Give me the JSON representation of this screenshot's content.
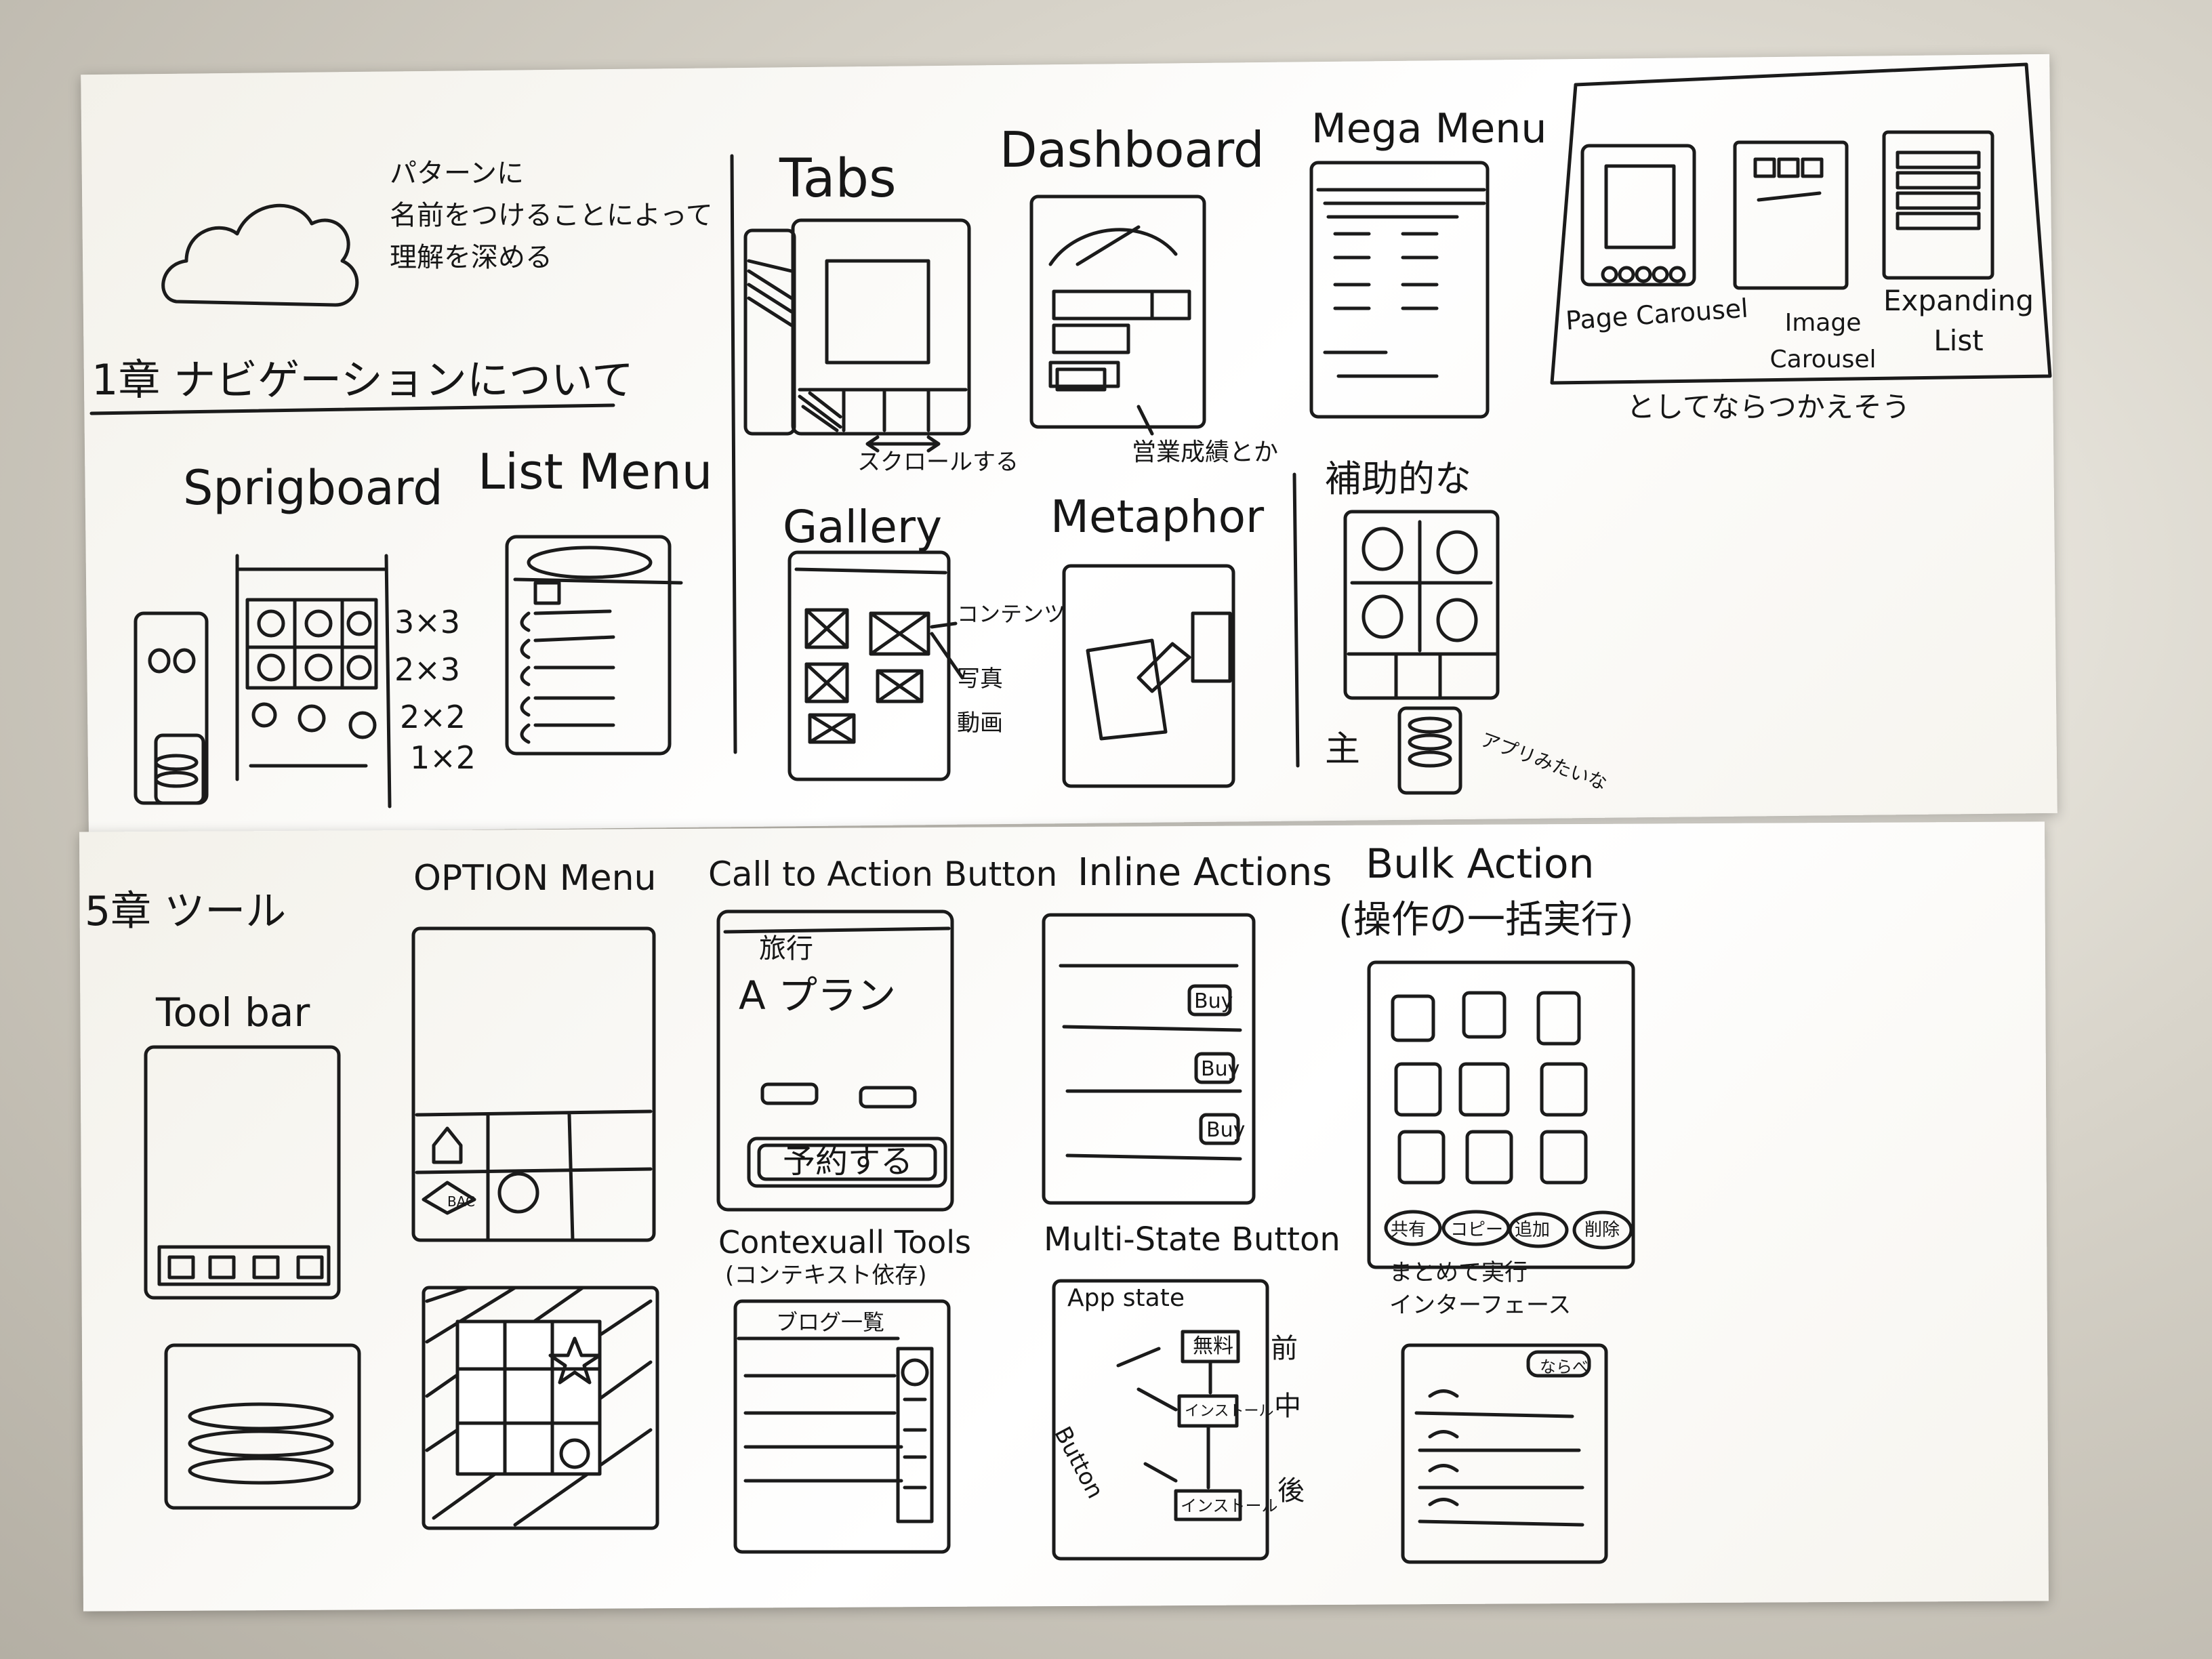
{
  "top": {
    "intro_note": "パターンに\n名前をつけることによって\n理解を深める",
    "chapter_title": "1章 ナビゲーションについて",
    "springboard": {
      "title": "Sprigboard",
      "grids": [
        "3×3",
        "2×3",
        "2×2",
        "1×2"
      ]
    },
    "list_menu": {
      "title": "List Menu"
    },
    "tabs": {
      "title": "Tabs",
      "note": "スクロールする"
    },
    "gallery": {
      "title": "Gallery",
      "notes": [
        "コンテンツ",
        "写真",
        "動画"
      ]
    },
    "dashboard": {
      "title": "Dashboard",
      "note": "営業成績とか"
    },
    "metaphor": {
      "title": "Metaphor"
    },
    "mega_menu": {
      "title": "Mega Menu"
    },
    "supplementary": {
      "title": "補助的な",
      "main_label": "主",
      "note": "アプリみたいな"
    },
    "carousel_panel": {
      "items": [
        "Page Carousel",
        "Image Carousel",
        "Expanding List"
      ],
      "note": "としてならつかえそう"
    }
  },
  "bottom": {
    "chapter_title": "5章 ツール",
    "toolbar": {
      "title": "Tool bar"
    },
    "option_menu": {
      "title": "OPTION Menu",
      "back_label": "BAC"
    },
    "cta": {
      "title": "Call to Action Button",
      "header": "旅行",
      "plan": "A プラン",
      "button": "予約する"
    },
    "contextual_tools": {
      "title": "Contexuall Tools",
      "subtitle": "(コンテキスト依存)",
      "header": "ブログ一覧"
    },
    "inline_actions": {
      "title": "Inline Actions",
      "buttons": [
        "Buy",
        "Buy",
        "Buy"
      ]
    },
    "multi_state": {
      "title": "Multi-State Button",
      "app_state": "App state",
      "states": [
        "無料",
        "インストール",
        "インストール"
      ],
      "labels": [
        "前",
        "中",
        "後"
      ],
      "side": "Button"
    },
    "bulk_action": {
      "title": "Bulk Action",
      "subtitle": "(操作の一括実行)",
      "buttons": [
        "共有",
        "コピー",
        "追加",
        "削除"
      ],
      "note": "まとめて実行\nインターフェース",
      "sort_label": "ならべ"
    }
  },
  "colors": {
    "ink": "#161616",
    "board": "#ffffff",
    "wall": "#b4afa4"
  }
}
